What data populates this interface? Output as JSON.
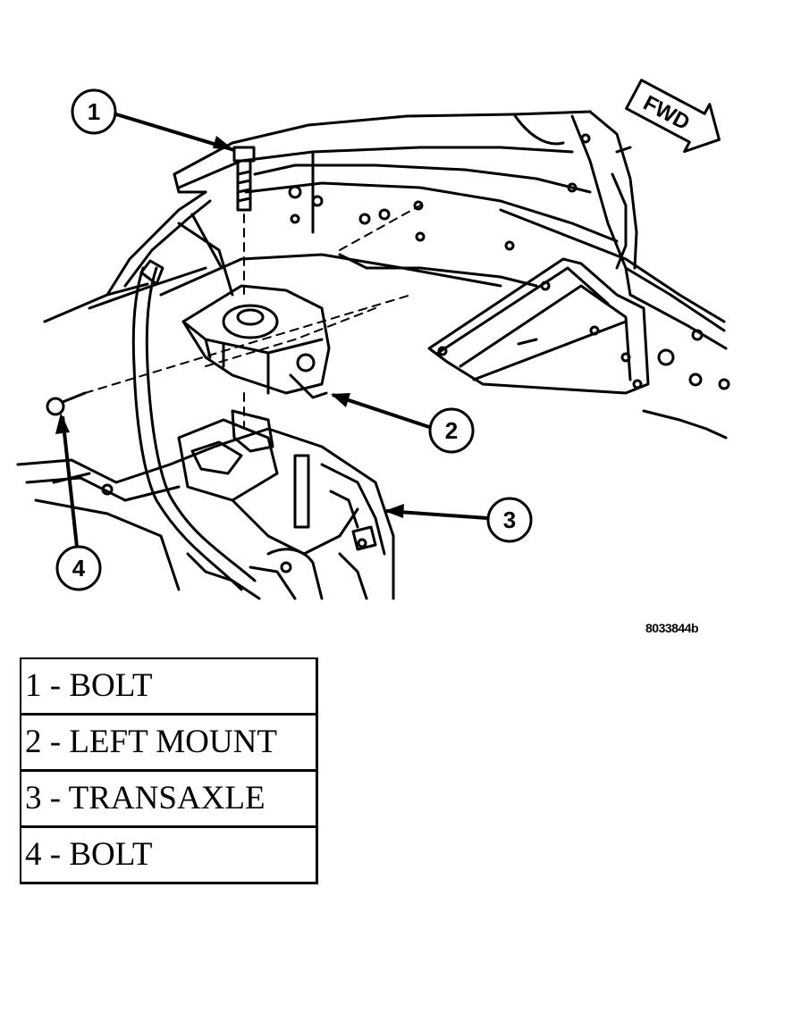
{
  "direction_arrow": {
    "label": "FWD"
  },
  "figure_code": "8033844b",
  "callouts": [
    {
      "number": "1"
    },
    {
      "number": "2"
    },
    {
      "number": "3"
    },
    {
      "number": "4"
    }
  ],
  "legend": {
    "rows": [
      {
        "text": "1 - BOLT"
      },
      {
        "text": "2 - LEFT MOUNT"
      },
      {
        "text": "3 - TRANSAXLE"
      },
      {
        "text": "4 - BOLT"
      }
    ]
  },
  "colors": {
    "ink": "#000000",
    "paper": "#ffffff"
  }
}
